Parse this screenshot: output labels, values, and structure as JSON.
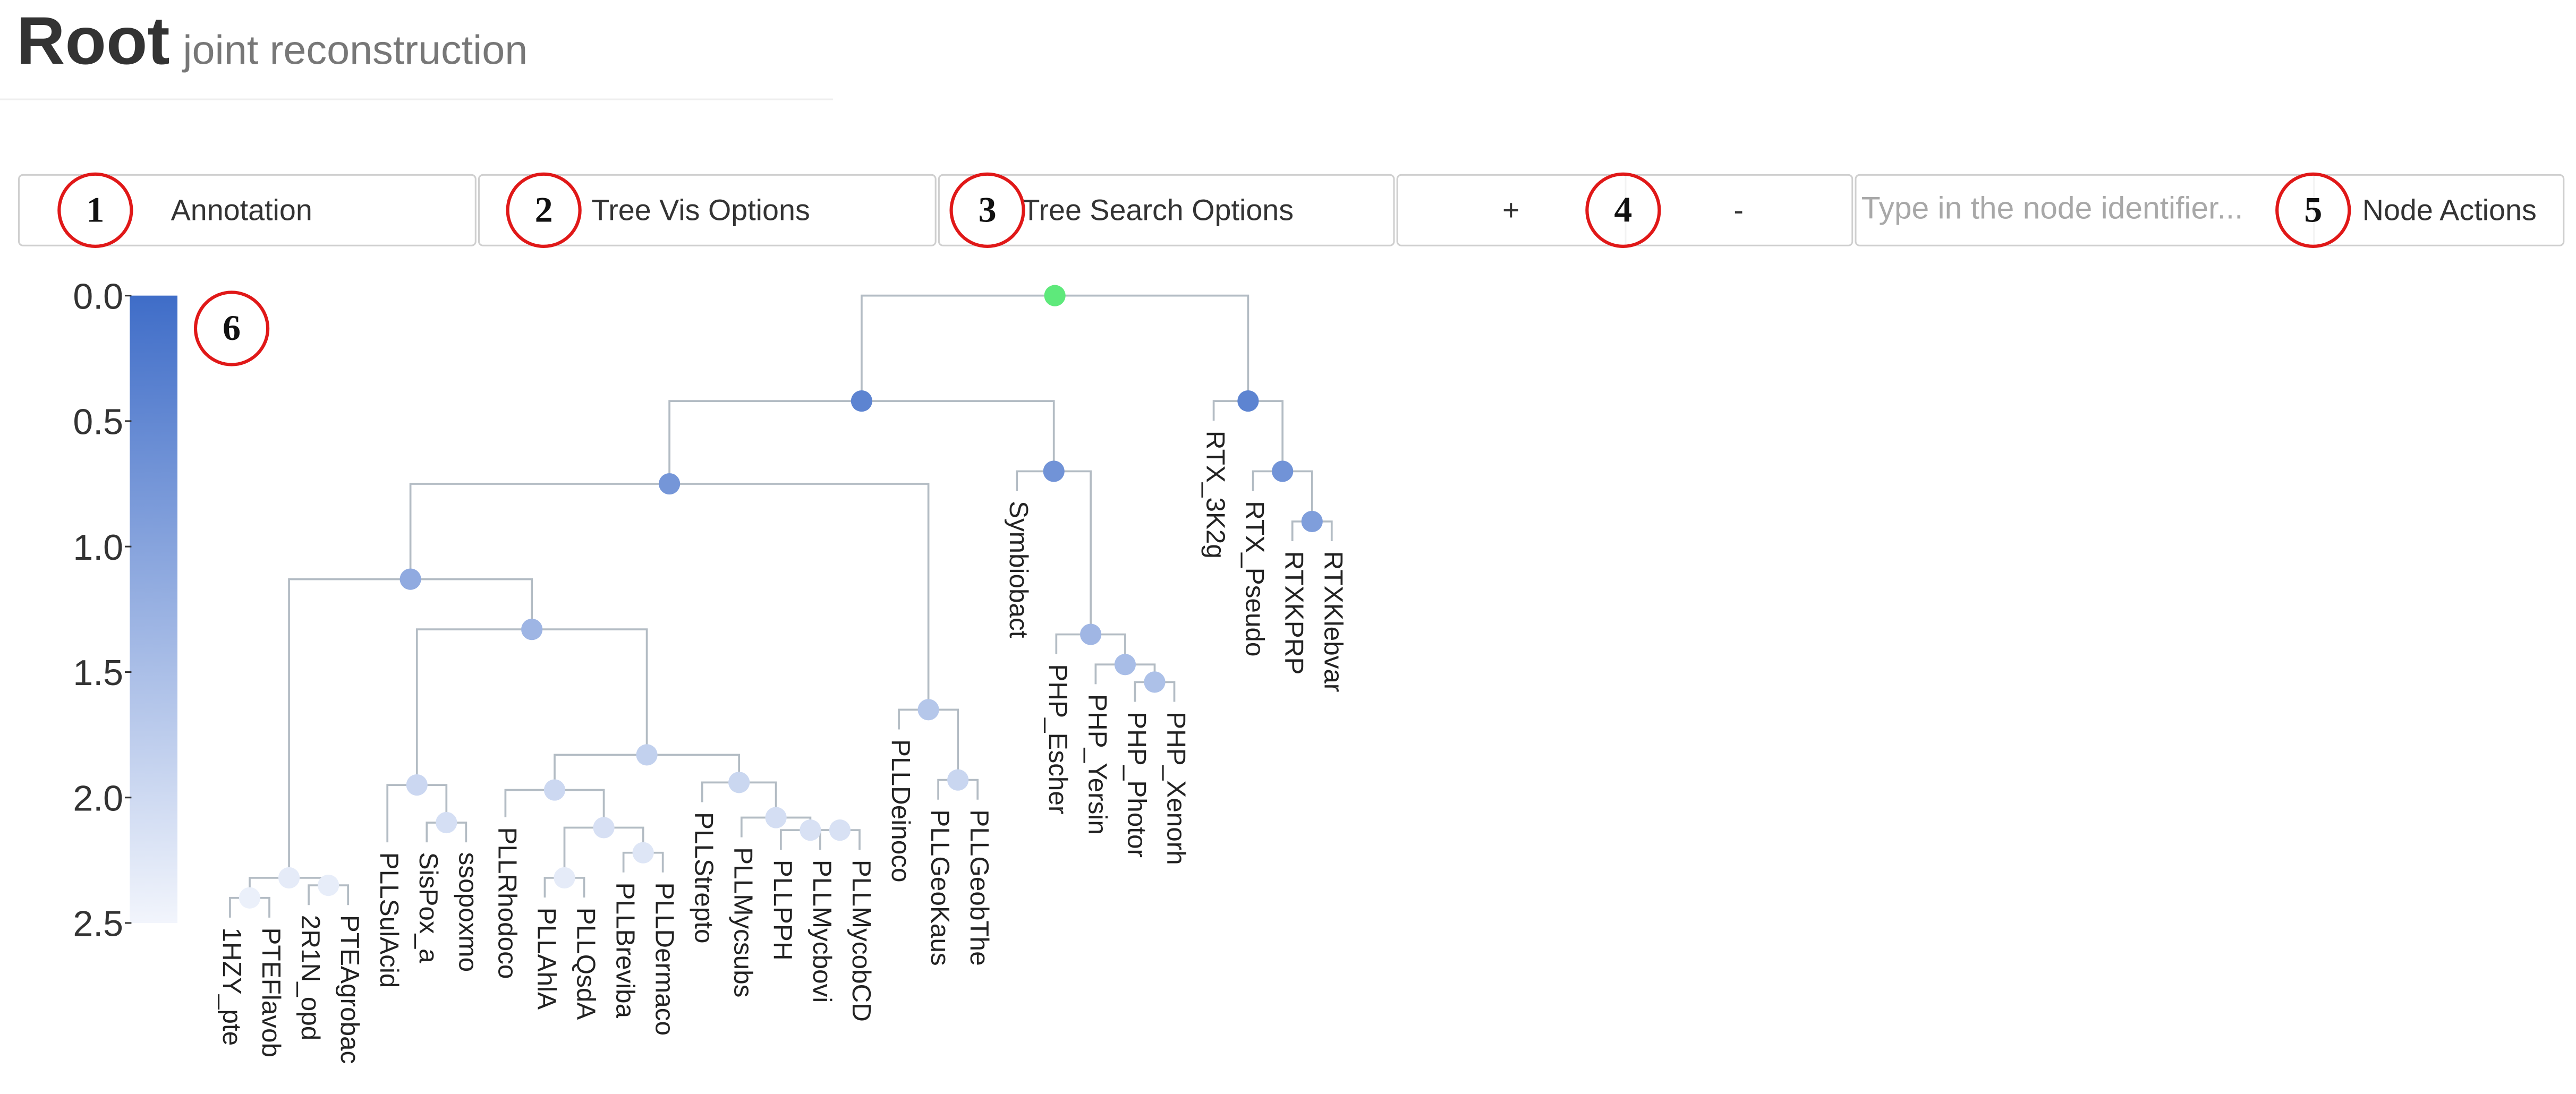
{
  "header": {
    "title": "Root",
    "subtitle": "joint reconstruction"
  },
  "toolbar": {
    "annotation_label": "Annotation",
    "tree_vis_label": "Tree Vis Options",
    "tree_search_label": "Tree Search Options",
    "zoom_in_label": "+",
    "zoom_out_label": "-",
    "search_placeholder": "Type in the node identifier...",
    "node_actions_label": "Node Actions"
  },
  "markers": [
    "1",
    "2",
    "3",
    "4",
    "5",
    "6"
  ],
  "colors": {
    "root_node": "#5ee97b",
    "scale_dark": "#3f6dc8",
    "scale_light": "#f2f5fc",
    "branch": "#b3bcc4"
  },
  "scale": {
    "ticks": [
      "0.0",
      "0.5",
      "1.0",
      "1.5",
      "2.0",
      "2.5"
    ],
    "min": 0.0,
    "max": 2.5
  },
  "tree": {
    "nodes": [
      {
        "id": "root",
        "parent": null,
        "depth": 0.0
      },
      {
        "id": "nA",
        "parent": "root",
        "depth": 0.42
      },
      {
        "id": "nB",
        "parent": "nA",
        "depth": 0.75
      },
      {
        "id": "nC",
        "parent": "nB",
        "depth": 1.13
      },
      {
        "id": "nD",
        "parent": "nC",
        "depth": 2.32
      },
      {
        "id": "nD1",
        "parent": "nD",
        "depth": 2.4
      },
      {
        "id": "1HZY_pte",
        "parent": "nD1",
        "depth": 2.4,
        "leaf": true
      },
      {
        "id": "PTEFlavob",
        "parent": "nD1",
        "depth": 2.4,
        "leaf": true
      },
      {
        "id": "nD2",
        "parent": "nD",
        "depth": 2.35
      },
      {
        "id": "2R1N_opd",
        "parent": "nD2",
        "depth": 2.35,
        "leaf": true
      },
      {
        "id": "PTEAgrobac",
        "parent": "nD2",
        "depth": 2.35,
        "leaf": true
      },
      {
        "id": "nE",
        "parent": "nC",
        "depth": 1.33
      },
      {
        "id": "nF",
        "parent": "nE",
        "depth": 1.95
      },
      {
        "id": "PLLSulAcid",
        "parent": "nF",
        "depth": 2.1,
        "leaf": true
      },
      {
        "id": "nF2",
        "parent": "nF",
        "depth": 2.1
      },
      {
        "id": "SisPox_a",
        "parent": "nF2",
        "depth": 2.1,
        "leaf": true
      },
      {
        "id": "ssopoxmo",
        "parent": "nF2",
        "depth": 2.1,
        "leaf": true
      },
      {
        "id": "nG",
        "parent": "nE",
        "depth": 1.83
      },
      {
        "id": "nH",
        "parent": "nG",
        "depth": 1.97
      },
      {
        "id": "PLLRhodoco",
        "parent": "nH",
        "depth": 2.0,
        "leaf": true
      },
      {
        "id": "nH1",
        "parent": "nH",
        "depth": 2.12
      },
      {
        "id": "nH11",
        "parent": "nH1",
        "depth": 2.32
      },
      {
        "id": "PLLAhlA",
        "parent": "nH11",
        "depth": 2.32,
        "leaf": true
      },
      {
        "id": "PLLQsdA",
        "parent": "nH11",
        "depth": 2.32,
        "leaf": true
      },
      {
        "id": "nH12",
        "parent": "nH1",
        "depth": 2.22
      },
      {
        "id": "PLLBreviba",
        "parent": "nH12",
        "depth": 2.22,
        "leaf": true
      },
      {
        "id": "PLLDermaco",
        "parent": "nH12",
        "depth": 2.22,
        "leaf": true
      },
      {
        "id": "nI",
        "parent": "nG",
        "depth": 1.94
      },
      {
        "id": "PLLStrepto",
        "parent": "nI",
        "depth": 1.94,
        "leaf": true
      },
      {
        "id": "nI1",
        "parent": "nI",
        "depth": 2.08
      },
      {
        "id": "PLLMycsubs",
        "parent": "nI1",
        "depth": 2.08,
        "leaf": true
      },
      {
        "id": "nI2",
        "parent": "nI1",
        "depth": 2.13
      },
      {
        "id": "PLLPPH",
        "parent": "nI2",
        "depth": 2.13,
        "leaf": true
      },
      {
        "id": "nI3",
        "parent": "nI2",
        "depth": 2.13
      },
      {
        "id": "PLLMycbovi",
        "parent": "nI3",
        "depth": 2.13,
        "leaf": true
      },
      {
        "id": "PLLMycobCD",
        "parent": "nI3",
        "depth": 2.13,
        "leaf": true
      },
      {
        "id": "nJ",
        "parent": "nB",
        "depth": 1.65
      },
      {
        "id": "PLLDeinoco",
        "parent": "nJ",
        "depth": 1.65,
        "leaf": true
      },
      {
        "id": "nJ1",
        "parent": "nJ",
        "depth": 1.93
      },
      {
        "id": "PLLGeoKaus",
        "parent": "nJ1",
        "depth": 1.93,
        "leaf": true
      },
      {
        "id": "PLLGeobThe",
        "parent": "nJ1",
        "depth": 1.93,
        "leaf": true
      },
      {
        "id": "nK",
        "parent": "nA",
        "depth": 0.7
      },
      {
        "id": "Symbiobact",
        "parent": "nK",
        "depth": 0.7,
        "leaf": true
      },
      {
        "id": "nL",
        "parent": "nK",
        "depth": 1.35
      },
      {
        "id": "PHP_Escher",
        "parent": "nL",
        "depth": 1.35,
        "leaf": true
      },
      {
        "id": "nM",
        "parent": "nL",
        "depth": 1.47
      },
      {
        "id": "PHP_Yersin",
        "parent": "nM",
        "depth": 1.47,
        "leaf": true
      },
      {
        "id": "nN",
        "parent": "nM",
        "depth": 1.54
      },
      {
        "id": "PHP_Photor",
        "parent": "nN",
        "depth": 1.54,
        "leaf": true
      },
      {
        "id": "PHP_Xenorh",
        "parent": "nN",
        "depth": 1.54,
        "leaf": true
      },
      {
        "id": "nO",
        "parent": "root",
        "depth": 0.42
      },
      {
        "id": "RTX_3K2g",
        "parent": "nO",
        "depth": 0.42,
        "leaf": true
      },
      {
        "id": "nP",
        "parent": "nO",
        "depth": 0.7
      },
      {
        "id": "RTX_Pseudo",
        "parent": "nP",
        "depth": 0.7,
        "leaf": true
      },
      {
        "id": "nQ",
        "parent": "nP",
        "depth": 0.9
      },
      {
        "id": "RTXKPRP",
        "parent": "nQ",
        "depth": 0.9,
        "leaf": true
      },
      {
        "id": "RTXKlebvar",
        "parent": "nQ",
        "depth": 0.9,
        "leaf": true
      }
    ]
  }
}
